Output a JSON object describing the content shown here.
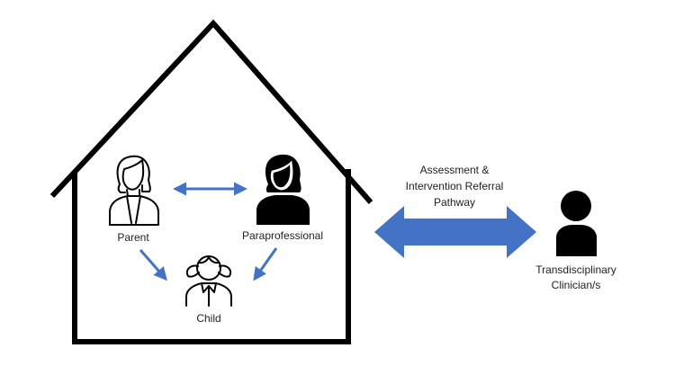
{
  "diagram": {
    "house_label": "",
    "nodes": {
      "parent": {
        "label": "Parent",
        "icon": "woman-outline-icon"
      },
      "paraprofessional": {
        "label": "Paraprofessional",
        "icon": "woman-filled-icon"
      },
      "child": {
        "label": "Child",
        "icon": "child-outline-icon"
      },
      "clinician": {
        "label_line1": "Transdisciplinary",
        "label_line2": "Clinician/s",
        "icon": "person-filled-icon"
      }
    },
    "pathway": {
      "line1": "Assessment &",
      "line2": "Intervention Referral",
      "line3": "Pathway"
    },
    "edges": [
      {
        "from": "parent",
        "to": "paraprofessional",
        "direction": "bidirectional"
      },
      {
        "from": "parent",
        "to": "child",
        "direction": "forward"
      },
      {
        "from": "paraprofessional",
        "to": "child",
        "direction": "forward"
      },
      {
        "from": "house",
        "to": "clinician",
        "direction": "bidirectional"
      }
    ],
    "colors": {
      "arrow": "#4472C4",
      "line": "#000000"
    }
  }
}
